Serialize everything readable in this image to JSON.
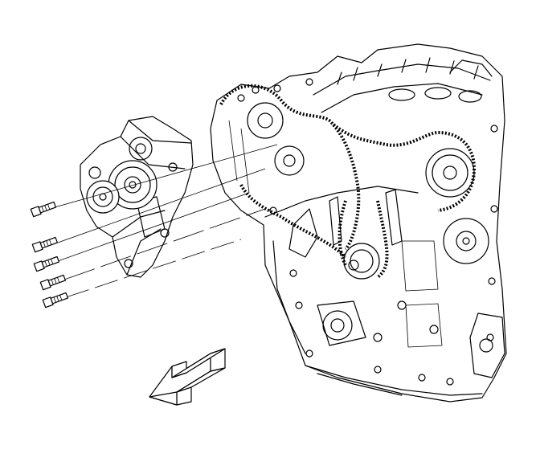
{
  "figure": {
    "background": "#ffffff",
    "stroke_color": "#000000",
    "parts": [
      {
        "name": "engine-block-icon",
        "kind": "engine block with timing chain, front view"
      },
      {
        "name": "bracket-icon",
        "kind": "accessory drive bracket with pulley"
      },
      {
        "name": "bolt-icon",
        "kind": "mounting bolt",
        "count": 5
      },
      {
        "name": "arrow-icon",
        "kind": "front of vehicle direction arrow"
      }
    ]
  }
}
